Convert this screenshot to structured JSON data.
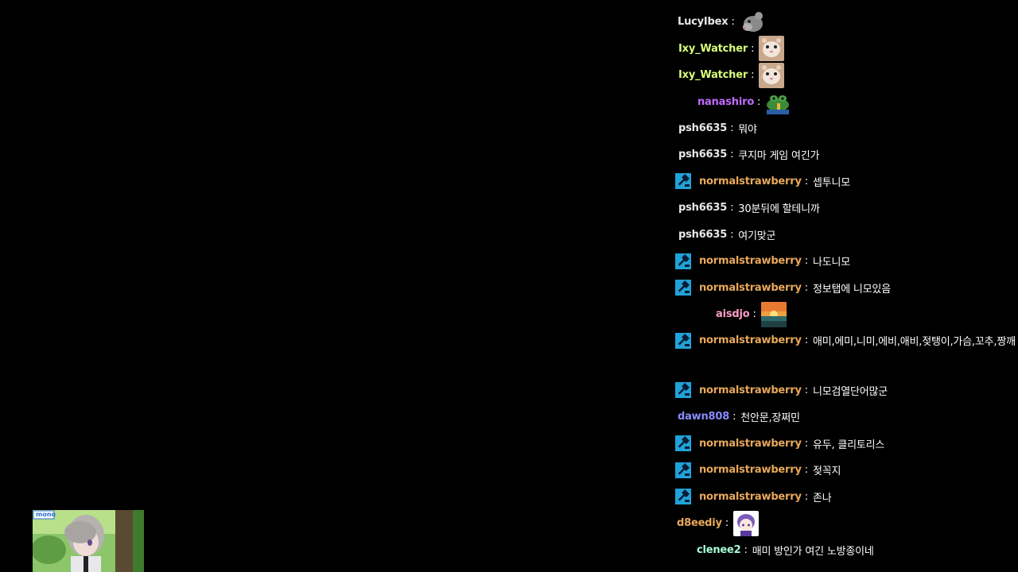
{
  "chat": {
    "separator": ":",
    "messages": [
      {
        "user": "LucyIbex",
        "color": "#e8e8e8",
        "emote": "rat-emote"
      },
      {
        "user": "Ixy_Watcher",
        "color": "#d7ff7a",
        "emote": "hamster-emote"
      },
      {
        "user": "Ixy_Watcher",
        "color": "#d7ff7a",
        "emote": "hamster-emote"
      },
      {
        "user": "nanashiro",
        "color": "#c06bff",
        "emote": "frog-emote"
      },
      {
        "user": "psh6635",
        "color": "#e8e8e8",
        "text": "뭐야"
      },
      {
        "user": "psh6635",
        "color": "#e8e8e8",
        "text": "쿠지마 게임 여긴가"
      },
      {
        "user": "normalstrawberry",
        "color": "#e8a85a",
        "badge": "hammer-icon",
        "text": "셉투니모"
      },
      {
        "user": "psh6635",
        "color": "#e8e8e8",
        "text": "30분뒤에 할테니까"
      },
      {
        "user": "psh6635",
        "color": "#e8e8e8",
        "text": "여기맞군"
      },
      {
        "user": "normalstrawberry",
        "color": "#e8a85a",
        "badge": "hammer-icon",
        "text": "나도니모"
      },
      {
        "user": "normalstrawberry",
        "color": "#e8a85a",
        "badge": "hammer-icon",
        "text": "정보탭에 니모있음"
      },
      {
        "user": "aisdjo",
        "color": "#ff9ec8",
        "emote": "sunset-emote"
      },
      {
        "user": "normalstrawberry",
        "color": "#e8a85a",
        "badge": "hammer-icon",
        "text": "애미,에미,니미,에비,애비,젖탱이,가슴,꼬추,짱깨"
      },
      {
        "user": "normalstrawberry",
        "color": "#e8a85a",
        "badge": "hammer-icon",
        "text": "니모검열단어많군"
      },
      {
        "user": "dawn808",
        "color": "#8a8aff",
        "text": "천안문,장쩌민"
      },
      {
        "user": "normalstrawberry",
        "color": "#e8a85a",
        "badge": "hammer-icon",
        "text": "유두, 클리토리스"
      },
      {
        "user": "normalstrawberry",
        "color": "#e8a85a",
        "badge": "hammer-icon",
        "text": "젖꼭지"
      },
      {
        "user": "normalstrawberry",
        "color": "#e8a85a",
        "badge": "hammer-icon",
        "text": "존나"
      },
      {
        "user": "d8eediy",
        "color": "#e8a85a",
        "emote": "anime-girl-emote"
      },
      {
        "user": "clenee2",
        "color": "#a8ffd8",
        "text": "매미 방인가 여긴 노방종이네"
      }
    ]
  },
  "overlay": {
    "avatar_label": "mono",
    "accent": "#1fa3d8"
  }
}
